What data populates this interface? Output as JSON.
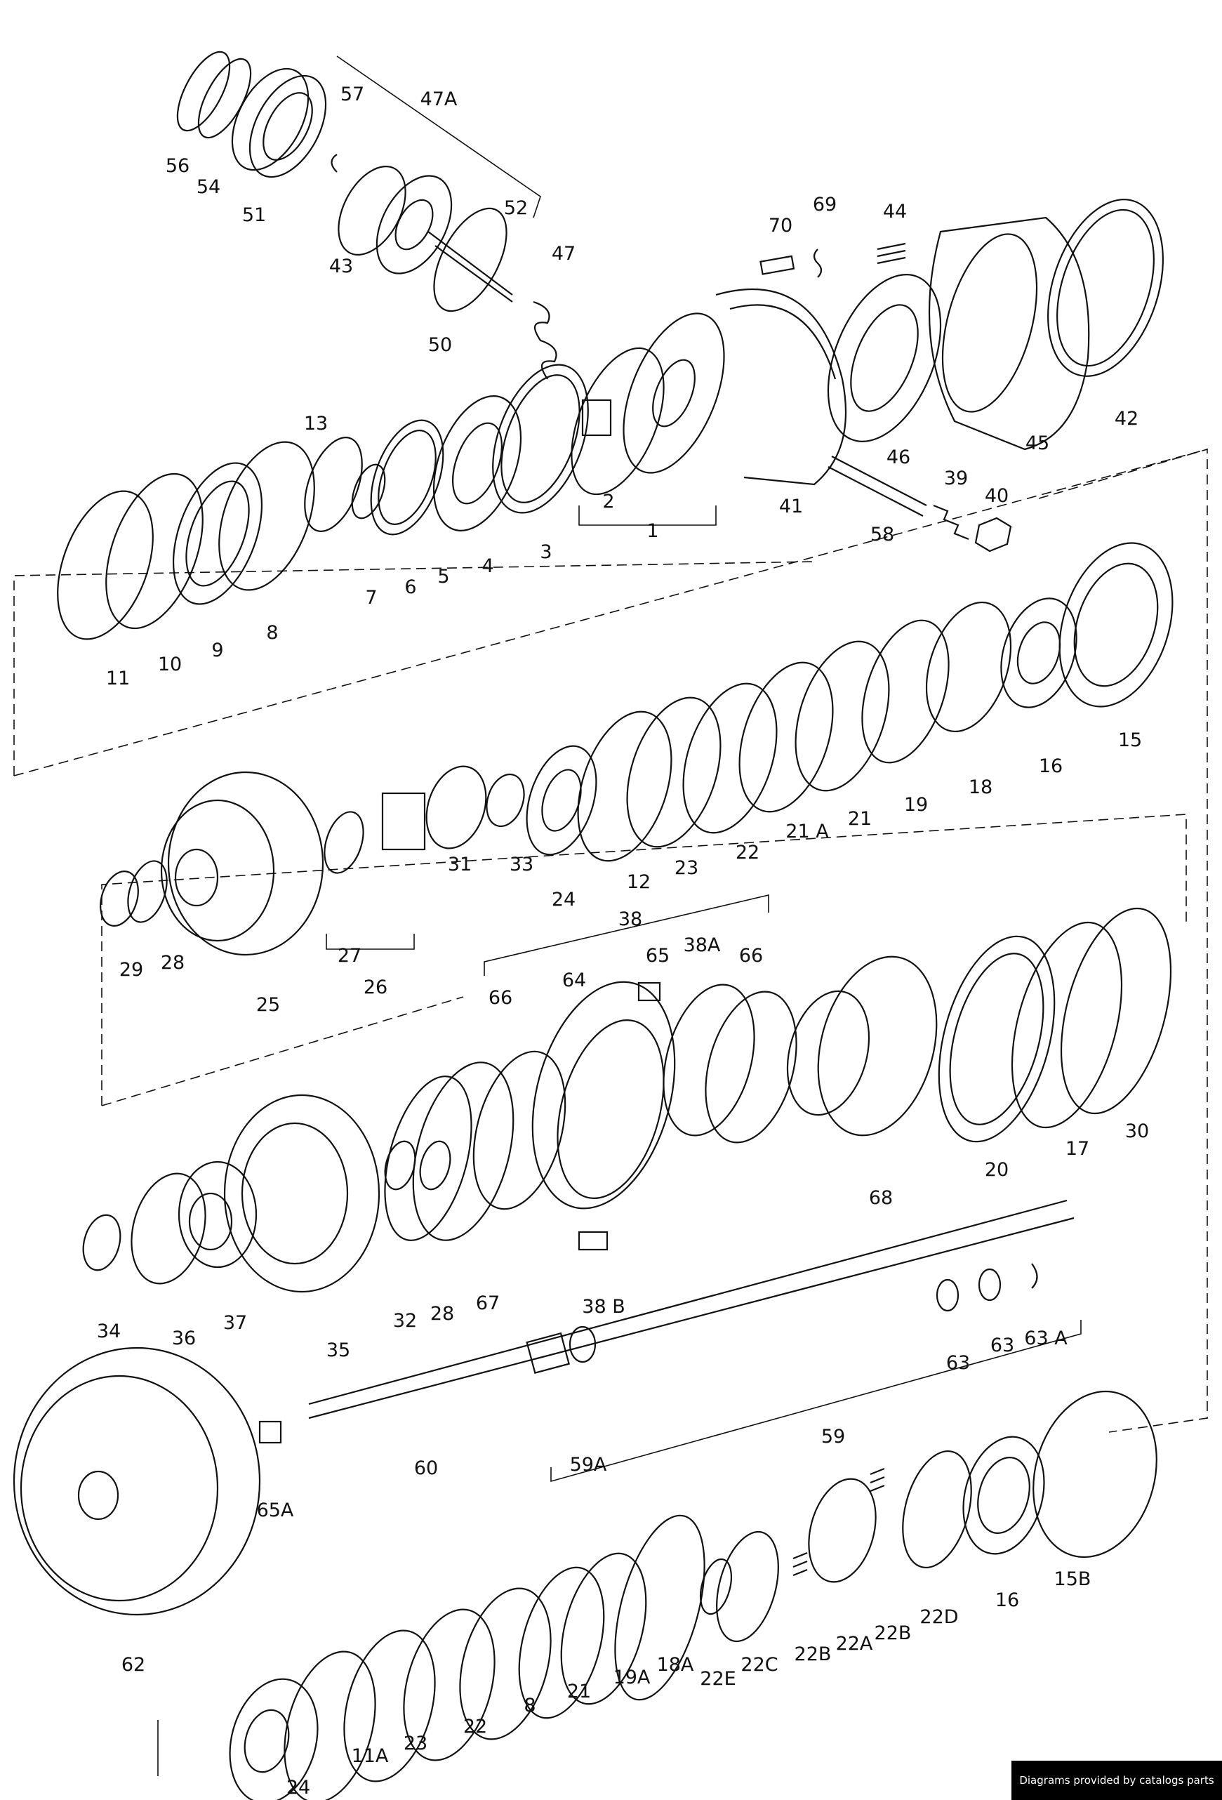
{
  "labels": {
    "l1": "1",
    "l2": "2",
    "l3": "3",
    "l4": "4",
    "l5": "5",
    "l6": "6",
    "l7": "7",
    "l8": "8",
    "l9": "9",
    "l10": "10",
    "l11": "11",
    "l12": "12",
    "l13": "13",
    "l15": "15",
    "l16": "16",
    "l17": "17",
    "l18": "18",
    "l19": "19",
    "l20": "20",
    "l21": "21",
    "l21a": "21 A",
    "l22": "22",
    "l23": "23",
    "l24": "24",
    "l25": "25",
    "l26": "26",
    "l27": "27",
    "l28": "28",
    "l29": "29",
    "l30": "30",
    "l31": "31",
    "l32": "32",
    "l33": "33",
    "l34": "34",
    "l35": "35",
    "l36": "36",
    "l37": "37",
    "l38": "38",
    "l38a": "38A",
    "l38b": "38 B",
    "l39": "39",
    "l40": "40",
    "l41": "41",
    "l42": "42",
    "l43": "43",
    "l44": "44",
    "l45": "45",
    "l46": "46",
    "l47": "47",
    "l47a": "47A",
    "l50": "50",
    "l51": "51",
    "l52": "52",
    "l54": "54",
    "l56": "56",
    "l57": "57",
    "l58": "58",
    "l59": "59",
    "l59a": "59A",
    "l60": "60",
    "l62": "62",
    "l63a": "63",
    "l63b": "63",
    "l63c": "63 A",
    "l64": "64",
    "l65": "65",
    "l65a": "65A",
    "l66a": "66",
    "l66b": "66",
    "l67": "67",
    "l68": "68",
    "l69": "69",
    "l70": "70",
    "l28b": "28",
    "l24b": "24",
    "l11a": "11A",
    "l23b": "23",
    "l22b": "22",
    "l8b": "8",
    "l21b": "21",
    "l19a": "19A",
    "l18a": "18A",
    "l22e": "22E",
    "l22c": "22C",
    "l22b1": "22B",
    "l22a": "22A",
    "l22b2": "22B",
    "l22d": "22D",
    "l16b": "16",
    "l15b": "15B"
  },
  "credit": "Diagrams provided by catalogs parts"
}
